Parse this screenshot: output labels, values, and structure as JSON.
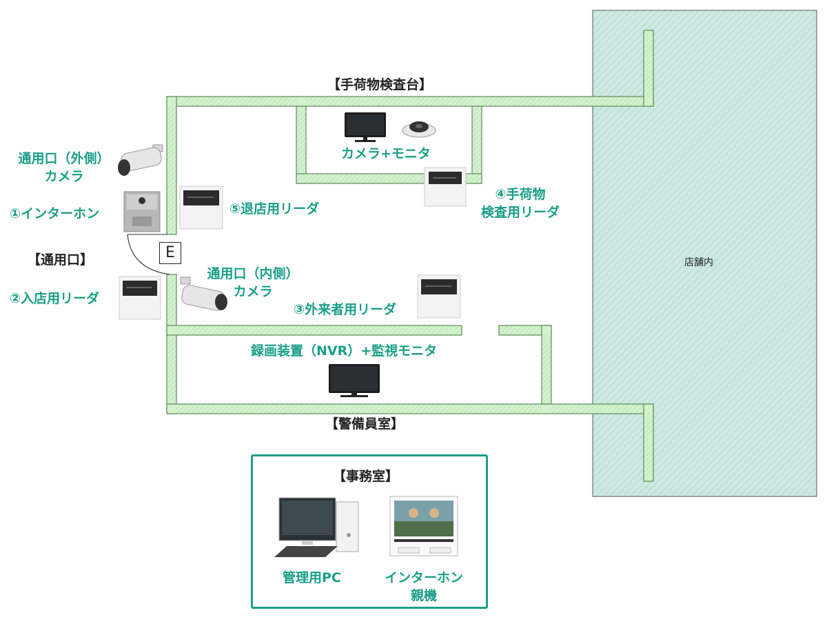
{
  "diagram": {
    "labels": {
      "store_interior": "店舗内",
      "baggage_desk": "【手荷物検査台】",
      "camera_monitor": "カメラ+モニタ",
      "reader4_line1": "④手荷物",
      "reader4_line2": "検査用リーダ",
      "reader5": "⑤退店用リーダ",
      "outer_camera_line1": "通用口（外側）",
      "outer_camera_line2": "カメラ",
      "intercom1": "①インターホン",
      "service_entrance": "【通用口】",
      "entry_reader": "②入店用リーダ",
      "inner_camera_line1": "通用口（内側）",
      "inner_camera_line2": "カメラ",
      "visitor_reader": "③外来者用リーダ",
      "nvr_monitor": "録画装置（NVR）+監視モニタ",
      "guard_room": "【警備員室】",
      "office": "【事務室】",
      "mgmt_pc": "管理用PC",
      "intercom_master_line1": "インターホン",
      "intercom_master_line2": "親機",
      "door_marker": "E"
    },
    "colors": {
      "wall_fill": "#d2f2cc",
      "wall_stroke": "#6f9b6c",
      "store_fill": "#cde9e1",
      "accent": "#1a9e88"
    },
    "icons": [
      "bullet-camera-icon",
      "dome-camera-icon",
      "monitor-icon",
      "card-reader-icon",
      "intercom-door-station-icon",
      "desktop-pc-icon",
      "intercom-master-unit-icon"
    ]
  }
}
